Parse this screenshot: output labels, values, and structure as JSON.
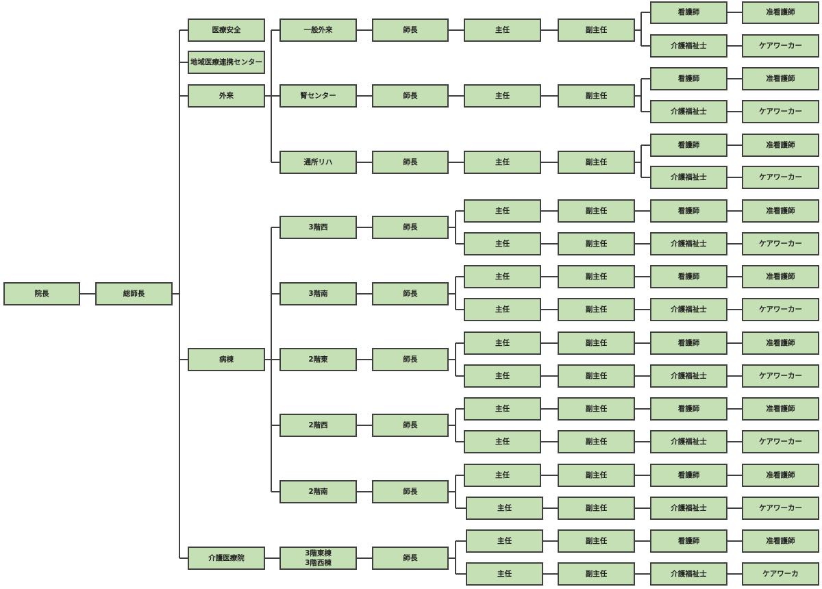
{
  "org": {
    "director": "院長",
    "chief_nurse": "総師長",
    "sections": {
      "safety": "医療安全",
      "regional": "地域医療連携センター",
      "outpatient": "外来",
      "ward": "病棟",
      "care_hospital": "介護医療院"
    },
    "units": {
      "general_op": "一般外来",
      "kidney": "腎センター",
      "rehab": "通所リハ",
      "f3w": "3階西",
      "f3s": "3階南",
      "f2e": "2階東",
      "f2w": "2階西",
      "f2s": "2階南",
      "care": "3階東棟\n3階西棟"
    },
    "roles": {
      "head_nurse": "師長",
      "chief": "主任",
      "deputy_chief": "副主任",
      "nurse": "看護師",
      "assoc_nurse": "准看護師",
      "care_worker_cert": "介護福祉士",
      "care_worker": "ケアワーカー",
      "care_worker_short": "ケアワーカ"
    }
  }
}
